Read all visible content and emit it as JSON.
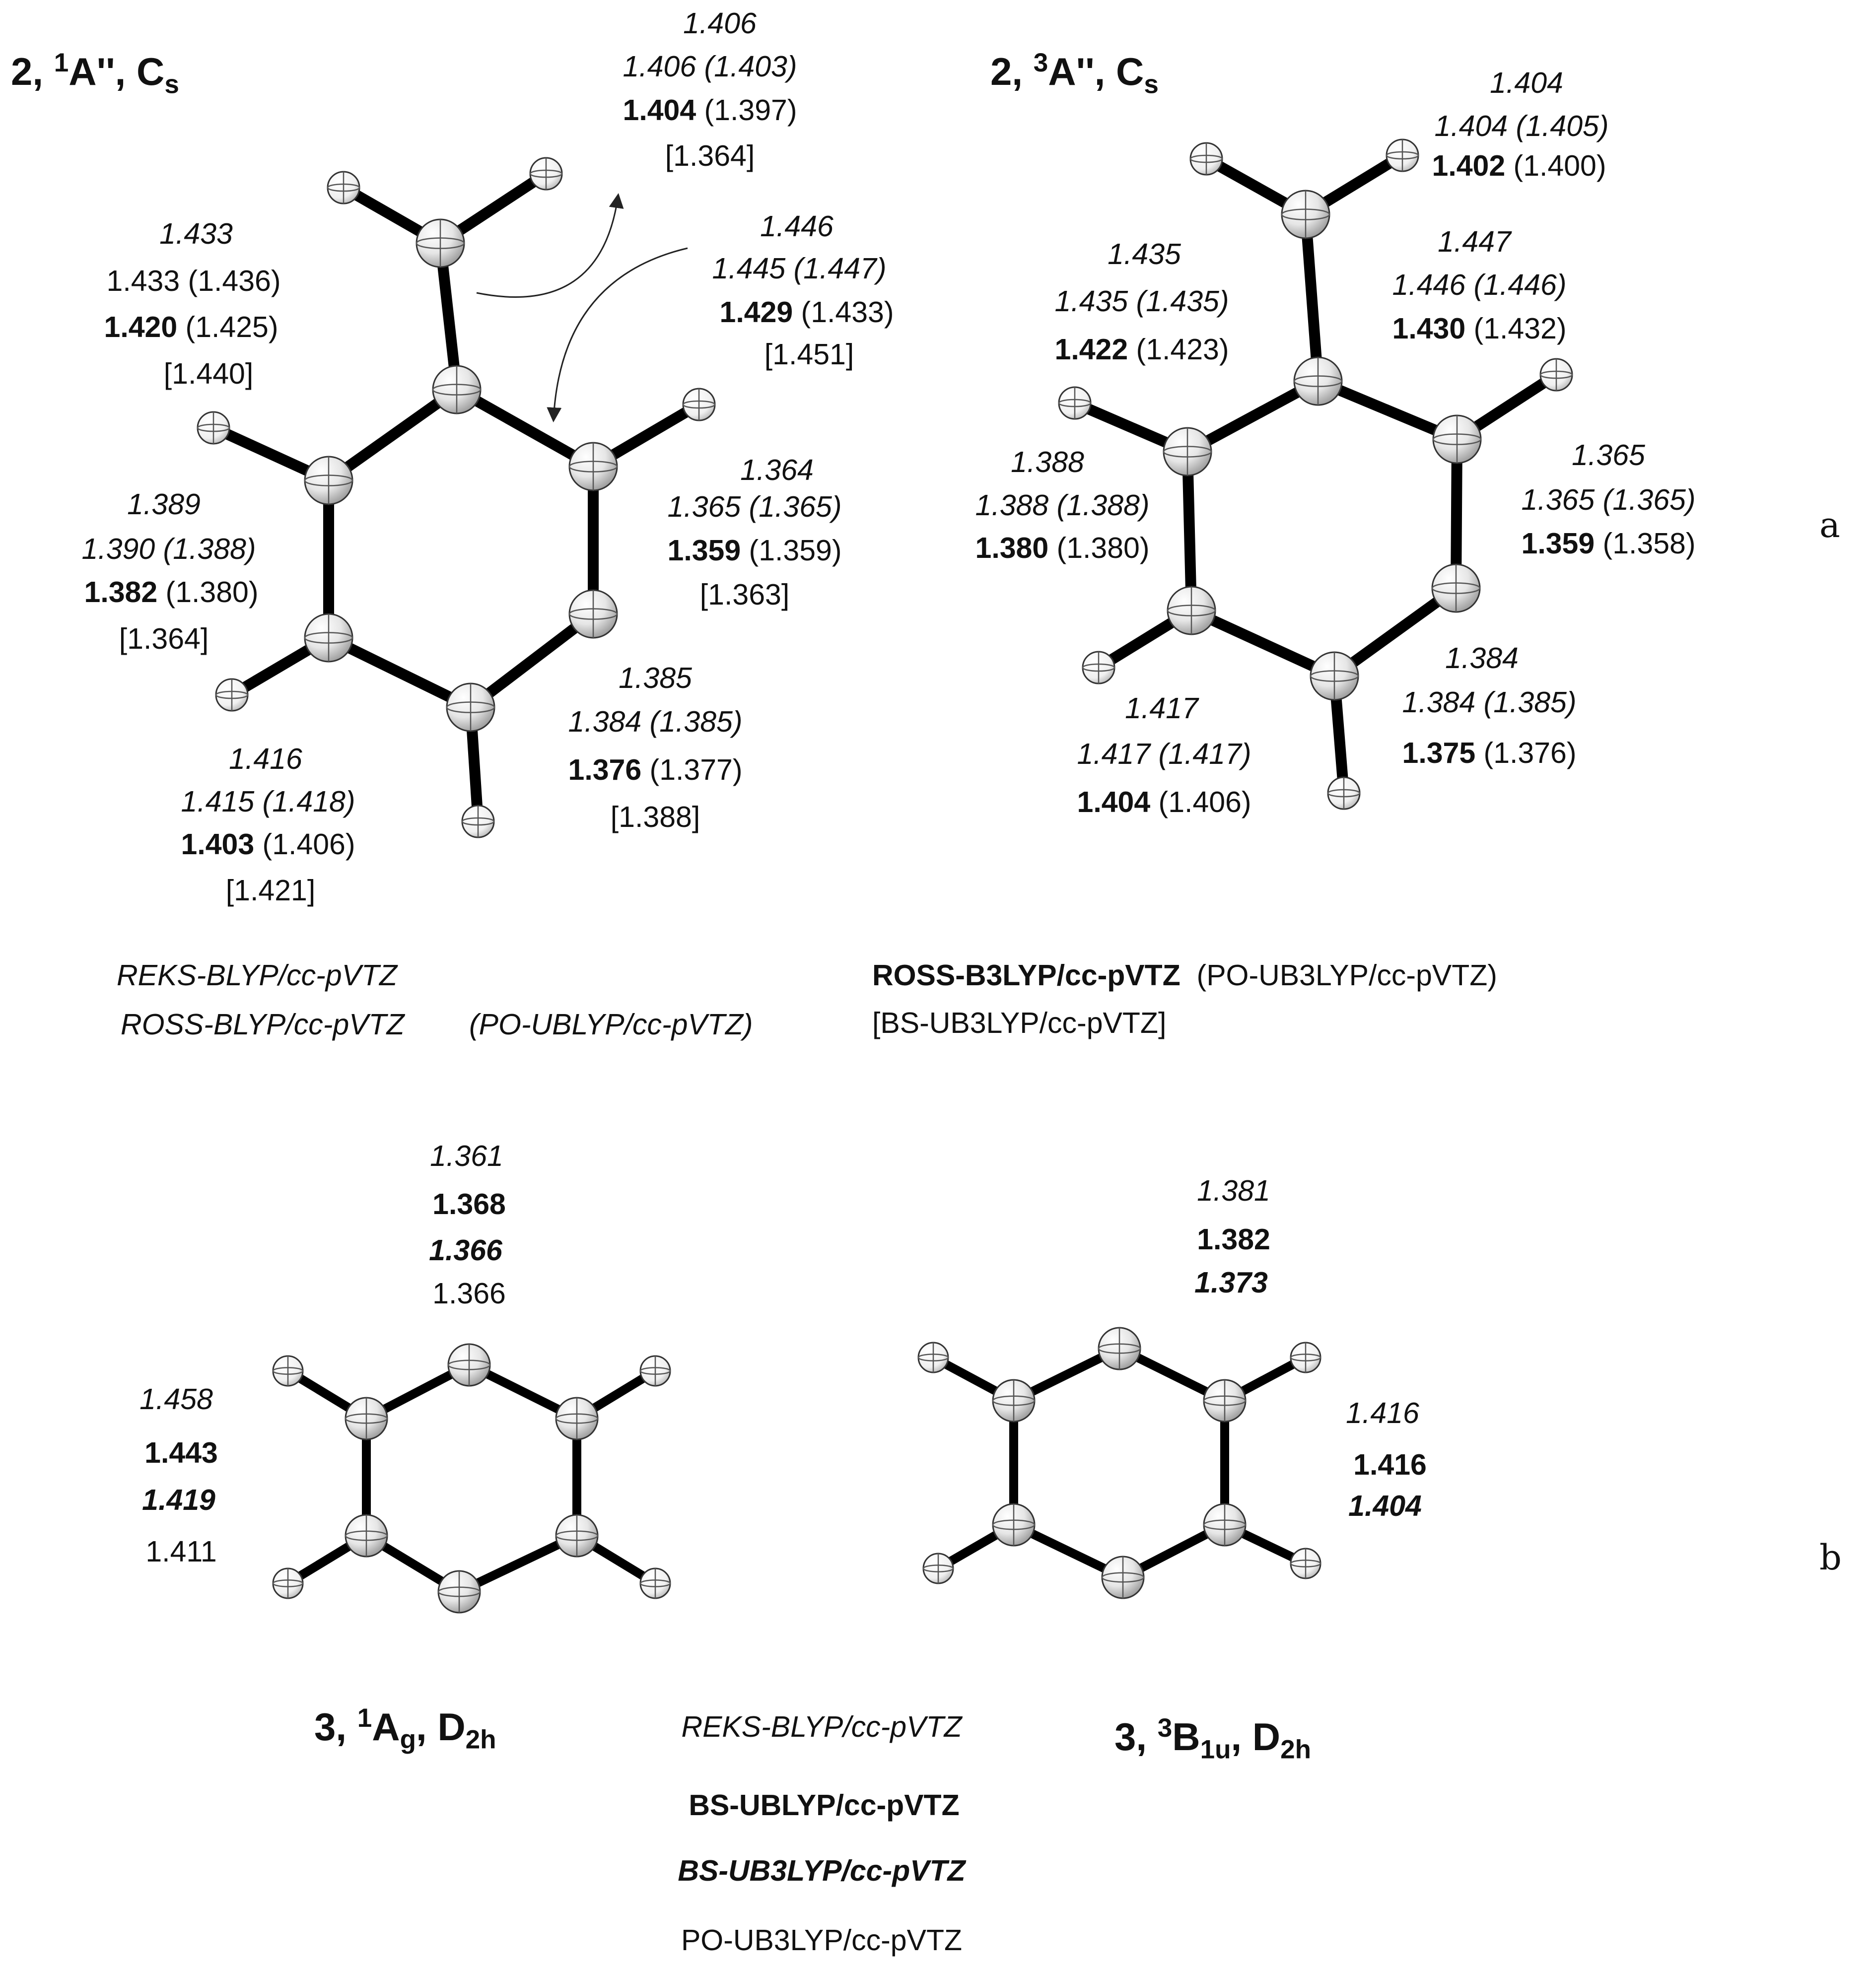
{
  "panels": {
    "a": {
      "letter": "a",
      "singlet": {
        "title_prefix": "2, ",
        "title_sup": "1",
        "title_state": "A'', C",
        "title_sub": "s",
        "bonds": {
          "exo": {
            "l1": "1.406",
            "l2": "1.406 (1.403)",
            "l3_bold": "1.404",
            "l3_rest": " (1.397)",
            "l4": "[1.364]"
          },
          "c1c2_left": {
            "l1": "1.433",
            "l2": "1.433 (1.436)",
            "l3_bold": "1.420",
            "l3_rest": " (1.425)",
            "l4": "[1.440]"
          },
          "c1c6_right": {
            "l1": "1.446",
            "l2": "1.445 (1.447)",
            "l3_bold": "1.429",
            "l3_rest": " (1.433)",
            "l4": "[1.451]"
          },
          "left_vertical": {
            "l1": "1.389",
            "l2": "1.390 (1.388)",
            "l3_bold": "1.382",
            "l3_rest": " (1.380)",
            "l4": "[1.364]"
          },
          "right_vertical": {
            "l1": "1.364",
            "l2": "1.365 (1.365)",
            "l3_bold": "1.359",
            "l3_rest": " (1.359)",
            "l4": "[1.363]"
          },
          "bottom_right": {
            "l1": "1.385",
            "l2": "1.384 (1.385)",
            "l3_bold": "1.376",
            "l3_rest": " (1.377)",
            "l4": "[1.388]"
          },
          "bottom_left": {
            "l1": "1.416",
            "l2": "1.415 (1.418)",
            "l3_bold": "1.403",
            "l3_rest": " (1.406)",
            "l4": "[1.421]"
          }
        },
        "legend": {
          "line1": "REKS-BLYP/cc-pVTZ",
          "line2a": "ROSS-BLYP/cc-pVTZ",
          "line2b": "(PO-UBLYP/cc-pVTZ)"
        }
      },
      "triplet": {
        "title_prefix": "2, ",
        "title_sup": "3",
        "title_state": "A'', C",
        "title_sub": "s",
        "bonds": {
          "exo": {
            "l1": "1.404",
            "l2": "1.404 (1.405)",
            "l3_bold": "1.402",
            "l3_rest": " (1.400)"
          },
          "c1c2_left": {
            "l1": "1.435",
            "l2": "1.435 (1.435)",
            "l3_bold": "1.422",
            "l3_rest": " (1.423)"
          },
          "c1c6_right": {
            "l1": "1.447",
            "l2": "1.446 (1.446)",
            "l3_bold": "1.430",
            "l3_rest": " (1.432)"
          },
          "left_vertical": {
            "l1": "1.388",
            "l2": "1.388 (1.388)",
            "l3_bold": "1.380",
            "l3_rest": " (1.380)"
          },
          "right_vertical": {
            "l1": "1.365",
            "l2": "1.365 (1.365)",
            "l3_bold": "1.359",
            "l3_rest": " (1.358)"
          },
          "bottom_right": {
            "l1": "1.384",
            "l2": "1.384 (1.385)",
            "l3_bold": "1.375",
            "l3_rest": " (1.376)"
          },
          "bottom_left": {
            "l1": "1.417",
            "l2": "1.417 (1.417)",
            "l3_bold": "1.404",
            "l3_rest": " (1.406)"
          }
        },
        "legend": {
          "line1_bold": "ROSS-B3LYP/cc-pVTZ",
          "line1_rest": "(PO-UB3LYP/cc-pVTZ)",
          "line2": "[BS-UB3LYP/cc-pVTZ]"
        }
      }
    },
    "b": {
      "letter": "b",
      "singlet": {
        "title_prefix": "3, ",
        "title_sup": "1",
        "title_state": "A",
        "title_sub1": "g",
        "title_mid": ", D",
        "title_sub2": "2h",
        "bonds": {
          "top": {
            "l1": "1.361",
            "l2": "1.368",
            "l3": "1.366",
            "l4": "1.366"
          },
          "side": {
            "l1": "1.458",
            "l2": "1.443",
            "l3": "1.419",
            "l4": "1.411"
          }
        }
      },
      "triplet": {
        "title_prefix": "3, ",
        "title_sup": "3",
        "title_state": "B",
        "title_sub1": "1u",
        "title_mid": ", D",
        "title_sub2": "2h",
        "bonds": {
          "top": {
            "l1": "1.381",
            "l2": "1.382",
            "l3": "1.373"
          },
          "side": {
            "l1": "1.416",
            "l2": "1.416",
            "l3": "1.404"
          }
        }
      },
      "legend": {
        "line1": "REKS-BLYP/cc-pVTZ",
        "line2": "BS-UBLYP/cc-pVTZ",
        "line3": "BS-UB3LYP/cc-pVTZ",
        "line4": "PO-UB3LYP/cc-pVTZ"
      }
    }
  }
}
